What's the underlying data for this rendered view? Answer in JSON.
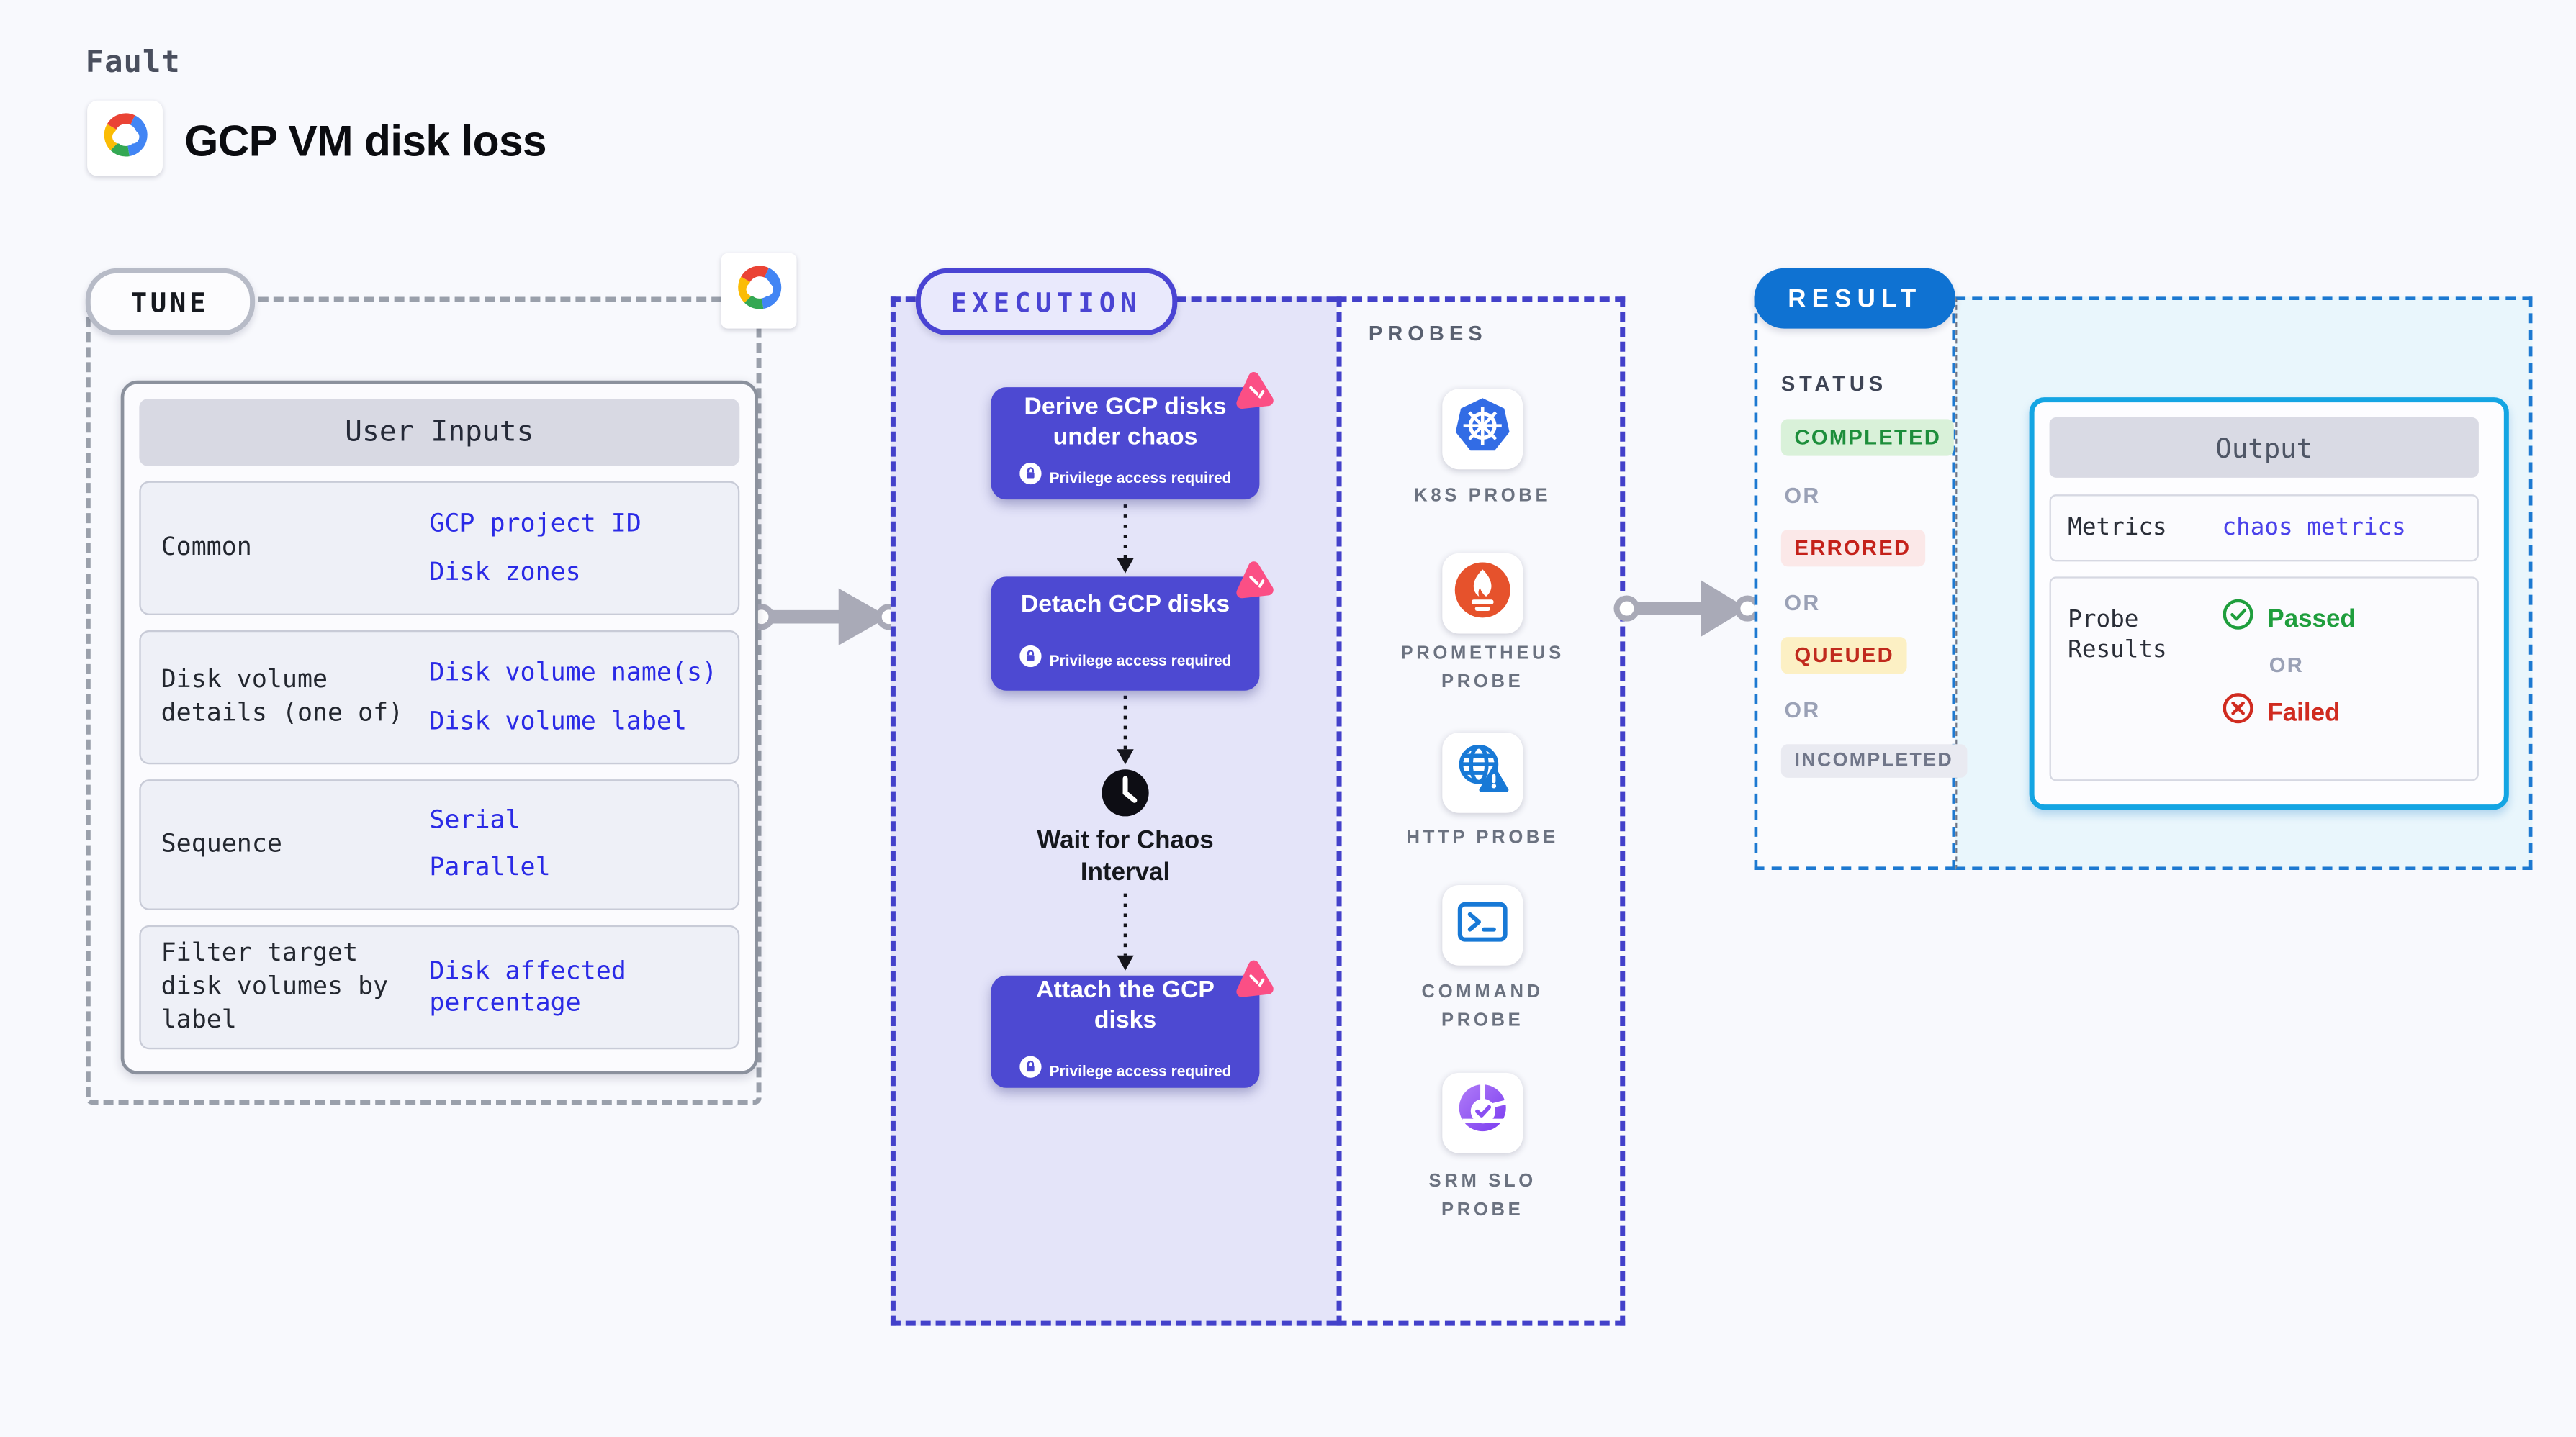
{
  "page": {
    "kicker": "Fault",
    "title": "GCP VM disk loss"
  },
  "colors": {
    "accent_indigo": "#4d49d2",
    "accent_pink": "#fb4f85",
    "badge_blue": "#0f72d2",
    "output_cyan": "#14a5e3",
    "link_blue": "#2a2ae6",
    "passed_green": "#1f9e3d",
    "failed_red": "#d02b20",
    "queued_yellow_bg": "#fcf0c4",
    "completed_green_bg": "#d9f1d9"
  },
  "tune": {
    "badge": "TUNE",
    "table_title": "User Inputs",
    "rows": [
      {
        "label": "Common",
        "values": [
          "GCP project ID",
          "Disk zones"
        ]
      },
      {
        "label": "Disk volume details (one of)",
        "values": [
          "Disk volume name(s)",
          "Disk volume label"
        ]
      },
      {
        "label": "Sequence",
        "values": [
          "Serial",
          "Parallel"
        ]
      },
      {
        "label": "Filter target disk volumes by label",
        "values": [
          "Disk affected percentage"
        ]
      }
    ]
  },
  "execution": {
    "badge": "EXECUTION",
    "privilege_note": "Privilege access required",
    "steps": [
      {
        "title": "Derive GCP disks under chaos"
      },
      {
        "title": "Detach GCP disks"
      },
      {
        "title": "Wait for Chaos Interval"
      },
      {
        "title": "Attach the GCP disks"
      }
    ]
  },
  "probes": {
    "heading": "PROBES",
    "items": [
      {
        "label": "K8S PROBE",
        "icon": "kubernetes-icon"
      },
      {
        "label": "PROMETHEUS PROBE",
        "icon": "prometheus-icon"
      },
      {
        "label": "HTTP PROBE",
        "icon": "http-probe-icon"
      },
      {
        "label": "COMMAND PROBE",
        "icon": "command-probe-icon"
      },
      {
        "label": "SRM SLO PROBE",
        "icon": "srm-slo-probe-icon"
      }
    ]
  },
  "result": {
    "badge": "RESULT",
    "status_heading": "STATUS",
    "or_label": "OR",
    "statuses": [
      {
        "label": "COMPLETED",
        "kind": "completed"
      },
      {
        "label": "ERRORED",
        "kind": "errored"
      },
      {
        "label": "QUEUED",
        "kind": "queued"
      },
      {
        "label": "INCOMPLETED",
        "kind": "incompleted"
      }
    ],
    "output": {
      "title": "Output",
      "metrics_label": "Metrics",
      "metrics_value": "chaos metrics",
      "probe_results_label": "Probe Results",
      "passed_label": "Passed",
      "or_label": "OR",
      "failed_label": "Failed"
    }
  }
}
